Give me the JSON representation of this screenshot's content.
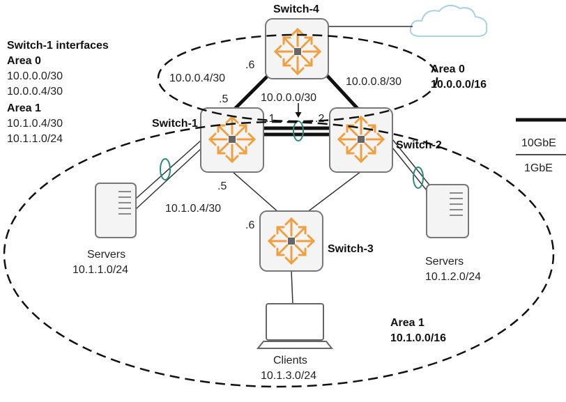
{
  "switches": {
    "s1": {
      "label": "Switch-1"
    },
    "s2": {
      "label": "Switch-2"
    },
    "s3": {
      "label": "Switch-3"
    },
    "s4": {
      "label": "Switch-4"
    }
  },
  "interfaces_panel": {
    "title": "Switch-1 interfaces",
    "area0_label": "Area 0",
    "area0_nets": [
      "10.0.0.0/30",
      "10.0.0.4/30"
    ],
    "area1_label": "Area 1",
    "area1_nets": [
      "10.1.0.4/30",
      "10.1.1.0/24"
    ]
  },
  "areas": {
    "area0": {
      "label": "Area 0",
      "net": "10.0.0.0/16"
    },
    "area1": {
      "label": "Area 1",
      "net": "10.1.0.0/16"
    }
  },
  "links": {
    "s4_s1_net": "10.0.0.4/30",
    "s4_s1_ip_s4": ".6",
    "s4_s1_ip_s1": ".5",
    "s4_s2_net": "10.0.0.8/30",
    "s1_s2_net": "10.0.0.0/30",
    "s1_s2_ip_s1": ".1",
    "s1_s2_ip_s2": ".2",
    "s1_s3_net": "10.1.0.4/30",
    "s1_s3_ip_s1": ".5",
    "s1_s3_ip_s3": ".6"
  },
  "endpoints": {
    "servers_left": {
      "label": "Servers",
      "net": "10.1.1.0/24"
    },
    "servers_right": {
      "label": "Servers",
      "net": "10.1.2.0/24"
    },
    "clients": {
      "label": "Clients",
      "net": "10.1.3.0/24"
    }
  },
  "legend": {
    "thick": "10GbE",
    "thin": "1GbE"
  },
  "colors": {
    "switch_arrows": "#f0a040",
    "lag_ring": "#2a8a80",
    "cloud": "#a8d0e6"
  }
}
